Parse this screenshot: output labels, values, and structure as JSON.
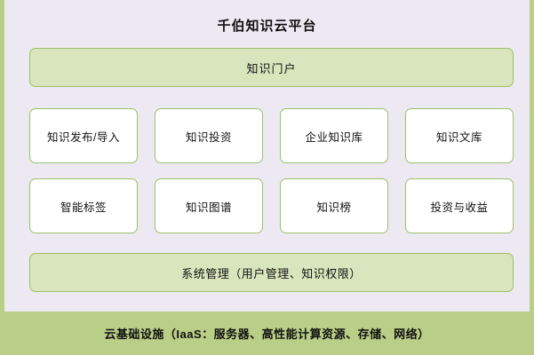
{
  "diagram": {
    "title": "千伯知识云平台",
    "portal": {
      "label": "知识门户"
    },
    "modules": {
      "rows": [
        [
          {
            "label": "知识发布/导入"
          },
          {
            "label": "知识投资"
          },
          {
            "label": "企业知识库"
          },
          {
            "label": "知识文库"
          }
        ],
        [
          {
            "label": "智能标签"
          },
          {
            "label": "知识图谱"
          },
          {
            "label": "知识榜"
          },
          {
            "label": "投资与收益"
          }
        ]
      ]
    },
    "system_management": {
      "label": "系统管理（用户管理、知识权限）"
    },
    "infrastructure": {
      "label": "云基础设施（IaaS：服务器、高性能计算资源、存储、网络）"
    },
    "colors": {
      "page_background": "#ece9f2",
      "band_fill": "#d9e6bd",
      "band_border": "#9fbf6c",
      "cell_fill": "#ffffff",
      "infra_fill": "#b9ce86",
      "text": "#111111"
    }
  }
}
